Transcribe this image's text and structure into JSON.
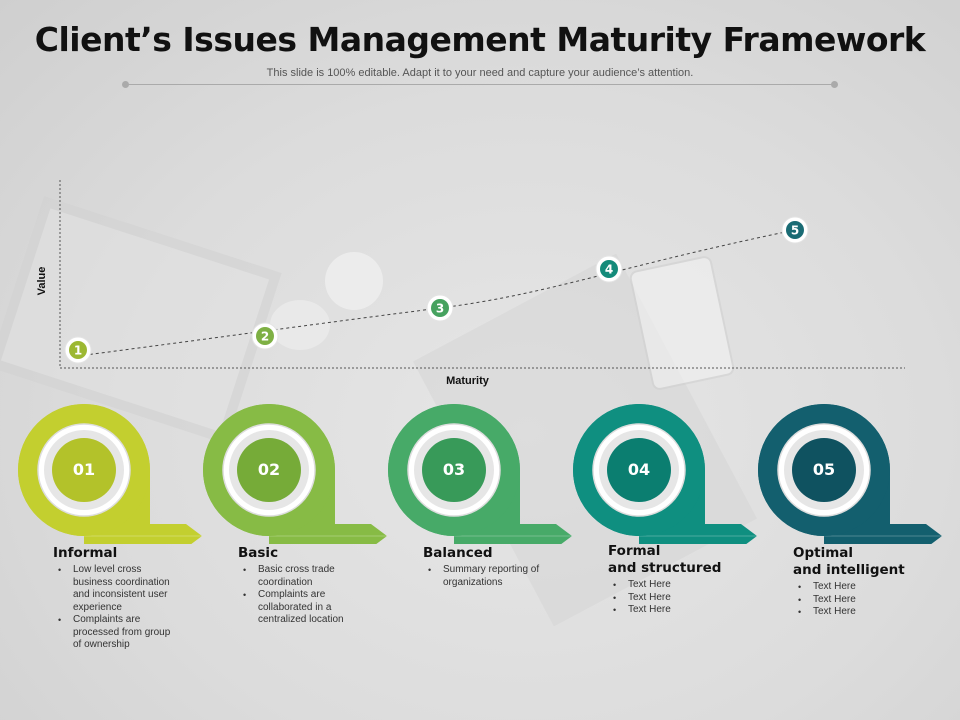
{
  "header": {
    "title": "Client’s Issues Management Maturity Framework",
    "subtitle": "This slide is 100% editable. Adapt it to your need and capture your audience’s attention."
  },
  "chart_data": {
    "type": "line",
    "xlabel": "Maturity",
    "ylabel": "Value",
    "points": [
      {
        "label": "1",
        "color": "#9cb832"
      },
      {
        "label": "2",
        "color": "#7eb044"
      },
      {
        "label": "3",
        "color": "#46a25f"
      },
      {
        "label": "4",
        "color": "#148b7a"
      },
      {
        "label": "5",
        "color": "#1a6b74"
      }
    ]
  },
  "stages": [
    {
      "num": "01",
      "title": "Informal",
      "color": "#c3cf2f",
      "inner": "#b3c22a",
      "bullets": [
        "Low level cross business coordination and inconsistent user experience",
        "Complaints are processed from group of ownership"
      ]
    },
    {
      "num": "02",
      "title": "Basic",
      "color": "#87bb45",
      "inner": "#76ab38",
      "bullets": [
        "Basic cross trade coordination",
        "Complaints are collaborated in a centralized location"
      ]
    },
    {
      "num": "03",
      "title": "Balanced",
      "color": "#47aa68",
      "inner": "#389a59",
      "bullets": [
        "Summary reporting of organizations"
      ]
    },
    {
      "num": "04",
      "title": "Formal\nand structured",
      "color": "#0f8f80",
      "inner": "#0b7e70",
      "bullets": [
        "Text Here",
        "Text Here",
        "Text Here"
      ]
    },
    {
      "num": "05",
      "title": "Optimal\nand intelligent",
      "color": "#135f6e",
      "inner": "#0f5260",
      "bullets": [
        "Text Here",
        "Text Here",
        "Text Here"
      ]
    }
  ]
}
